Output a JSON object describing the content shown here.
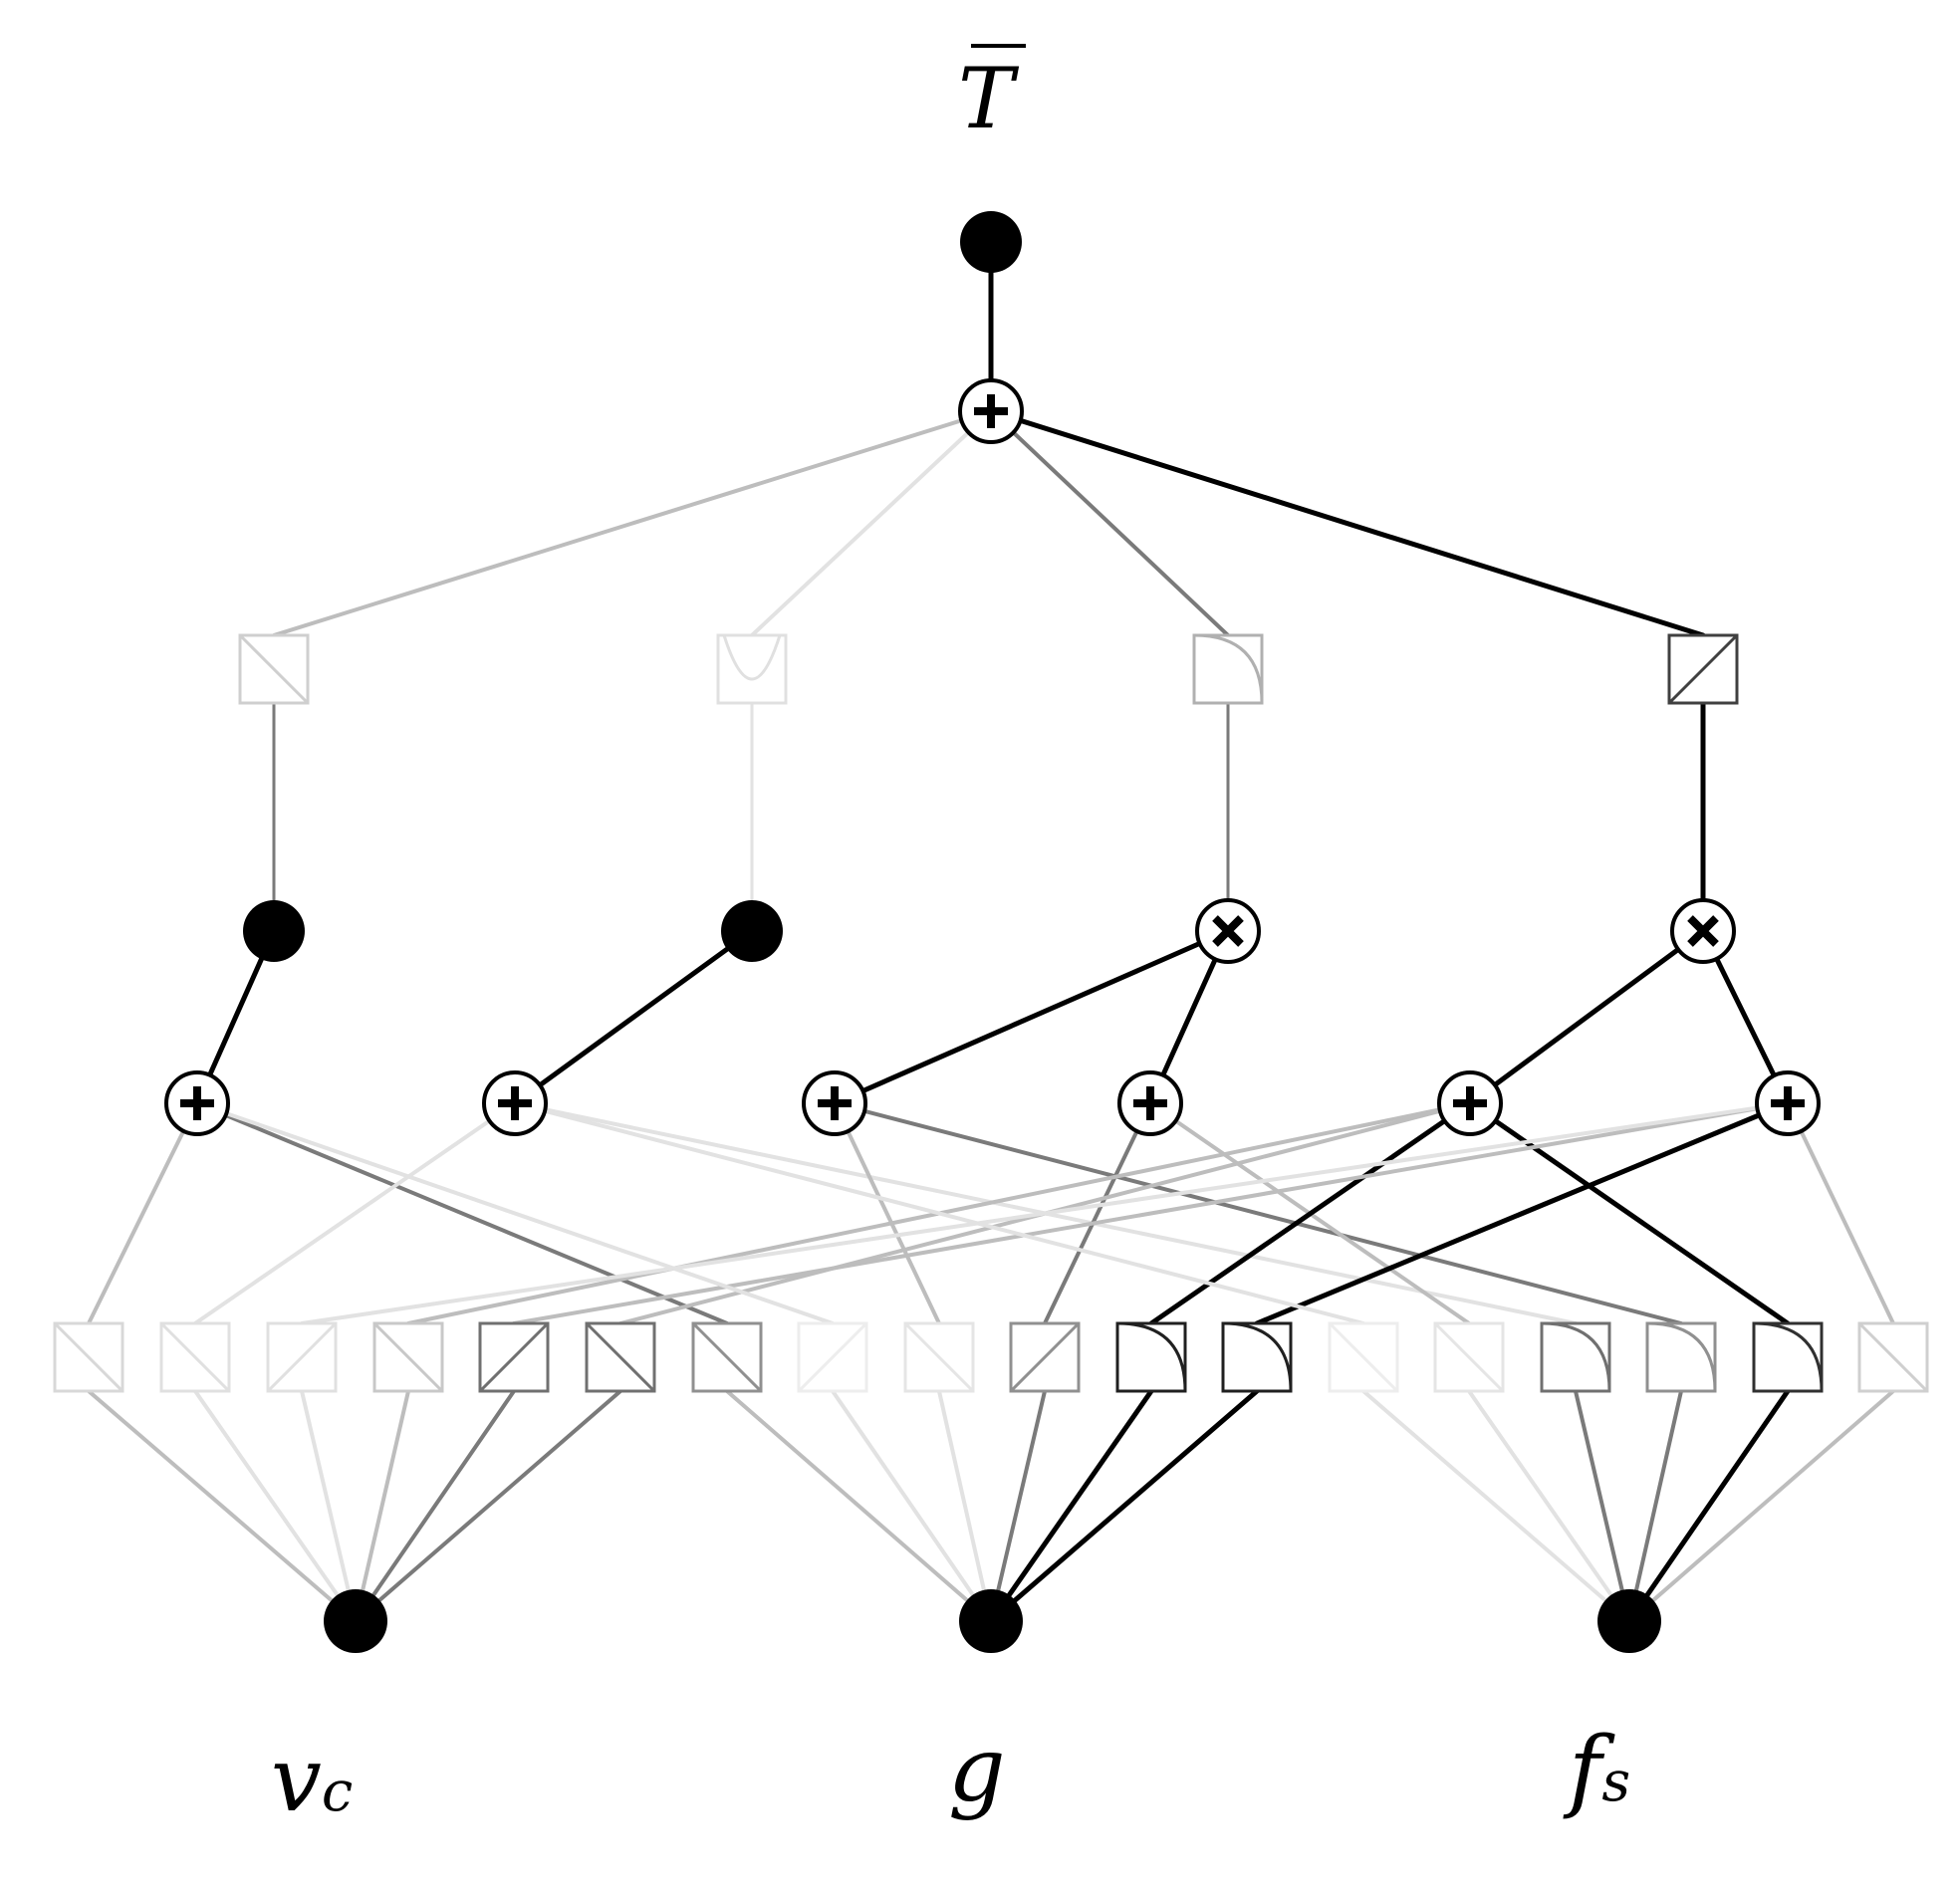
{
  "labels": {
    "output": "T",
    "inputs": [
      {
        "main": "v",
        "sub": "c"
      },
      {
        "main": "g",
        "sub": ""
      },
      {
        "main": "f",
        "sub": "s"
      }
    ]
  },
  "node_kinds": {
    "input_node": "filled-circle",
    "sum_node": "plus-icon",
    "product_node": "times-icon",
    "activation_node": "activation-function-icon",
    "output_node": "filled-circle"
  },
  "colors": {
    "strong_edge": "#000000",
    "medium_edge": "#7a7a7a",
    "weak_edge": "#bdbdbd",
    "faint_edge": "#e2e2e2"
  }
}
